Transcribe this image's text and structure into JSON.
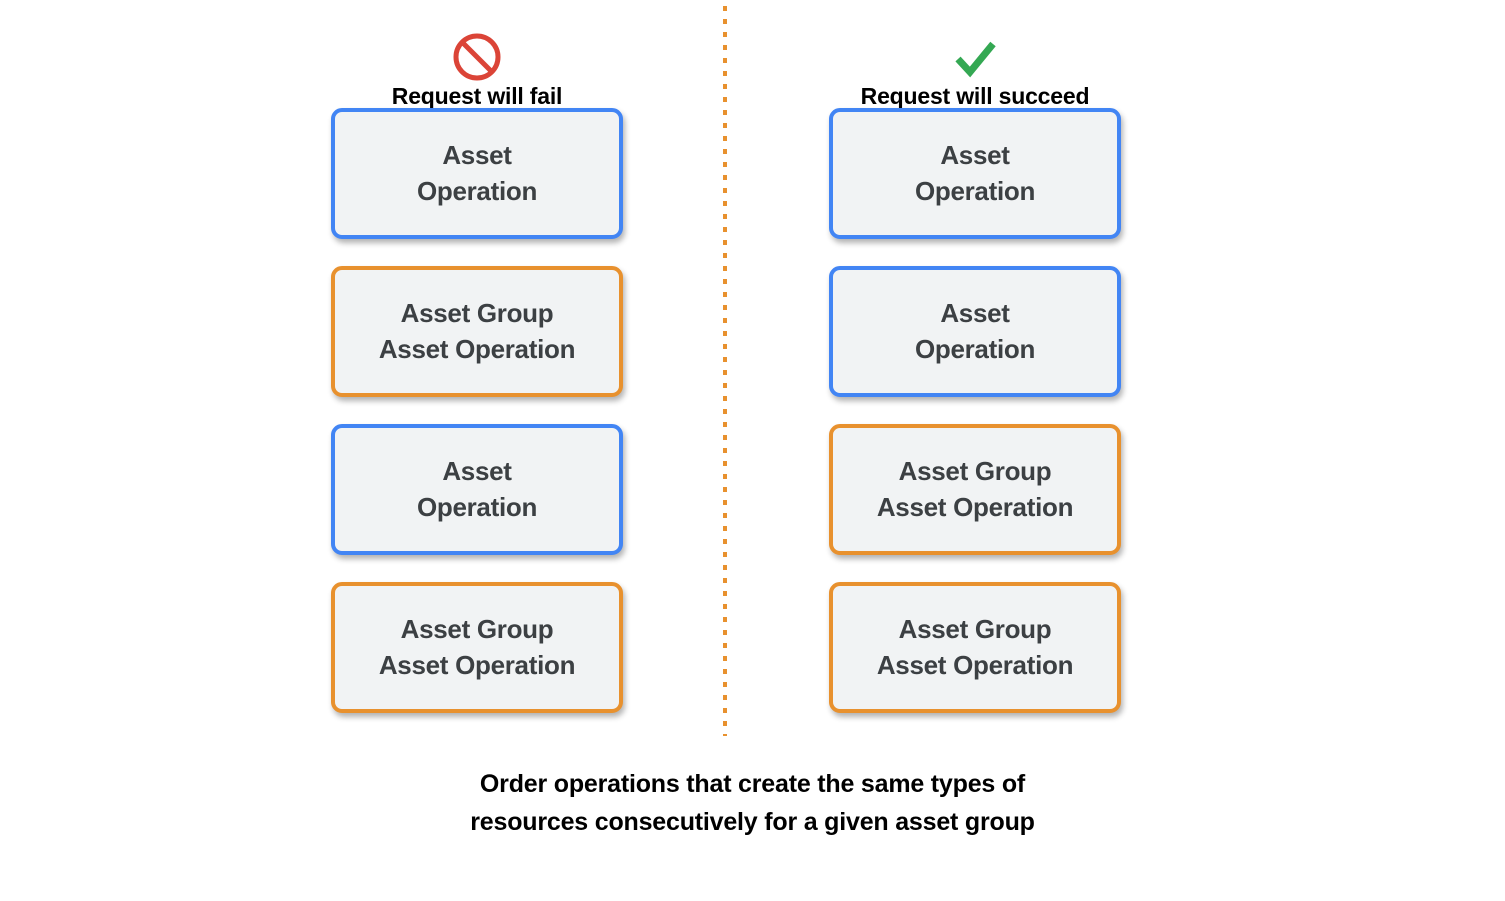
{
  "divider": {
    "color": "#e8912e",
    "style": "dotted-vertical"
  },
  "colors": {
    "blue": "#4285f4",
    "orange": "#e8912e",
    "box_fill": "#f1f3f4",
    "box_text": "#3c4043",
    "fail_icon": "#db4437",
    "success_icon": "#34a853",
    "caption_text": "#000000",
    "background": "#ffffff"
  },
  "columns": [
    {
      "id": "fail",
      "icon": "prohibition-icon",
      "icon_color": "#db4437",
      "header_label": "Request will fail",
      "boxes": [
        {
          "accent": "blue",
          "lines": [
            "Asset",
            "Operation"
          ]
        },
        {
          "accent": "orange",
          "lines": [
            "Asset Group",
            "Asset Operation"
          ]
        },
        {
          "accent": "blue",
          "lines": [
            "Asset",
            "Operation"
          ]
        },
        {
          "accent": "orange",
          "lines": [
            "Asset Group",
            "Asset Operation"
          ]
        }
      ]
    },
    {
      "id": "succeed",
      "icon": "checkmark-icon",
      "icon_color": "#34a853",
      "header_label": "Request will succeed",
      "boxes": [
        {
          "accent": "blue",
          "lines": [
            "Asset",
            "Operation"
          ]
        },
        {
          "accent": "blue",
          "lines": [
            "Asset",
            "Operation"
          ]
        },
        {
          "accent": "orange",
          "lines": [
            "Asset Group",
            "Asset Operation"
          ]
        },
        {
          "accent": "orange",
          "lines": [
            "Asset Group",
            "Asset Operation"
          ]
        }
      ]
    }
  ],
  "caption": {
    "line1": "Order operations that create the same types of",
    "line2": "resources consecutively for a given asset group"
  }
}
